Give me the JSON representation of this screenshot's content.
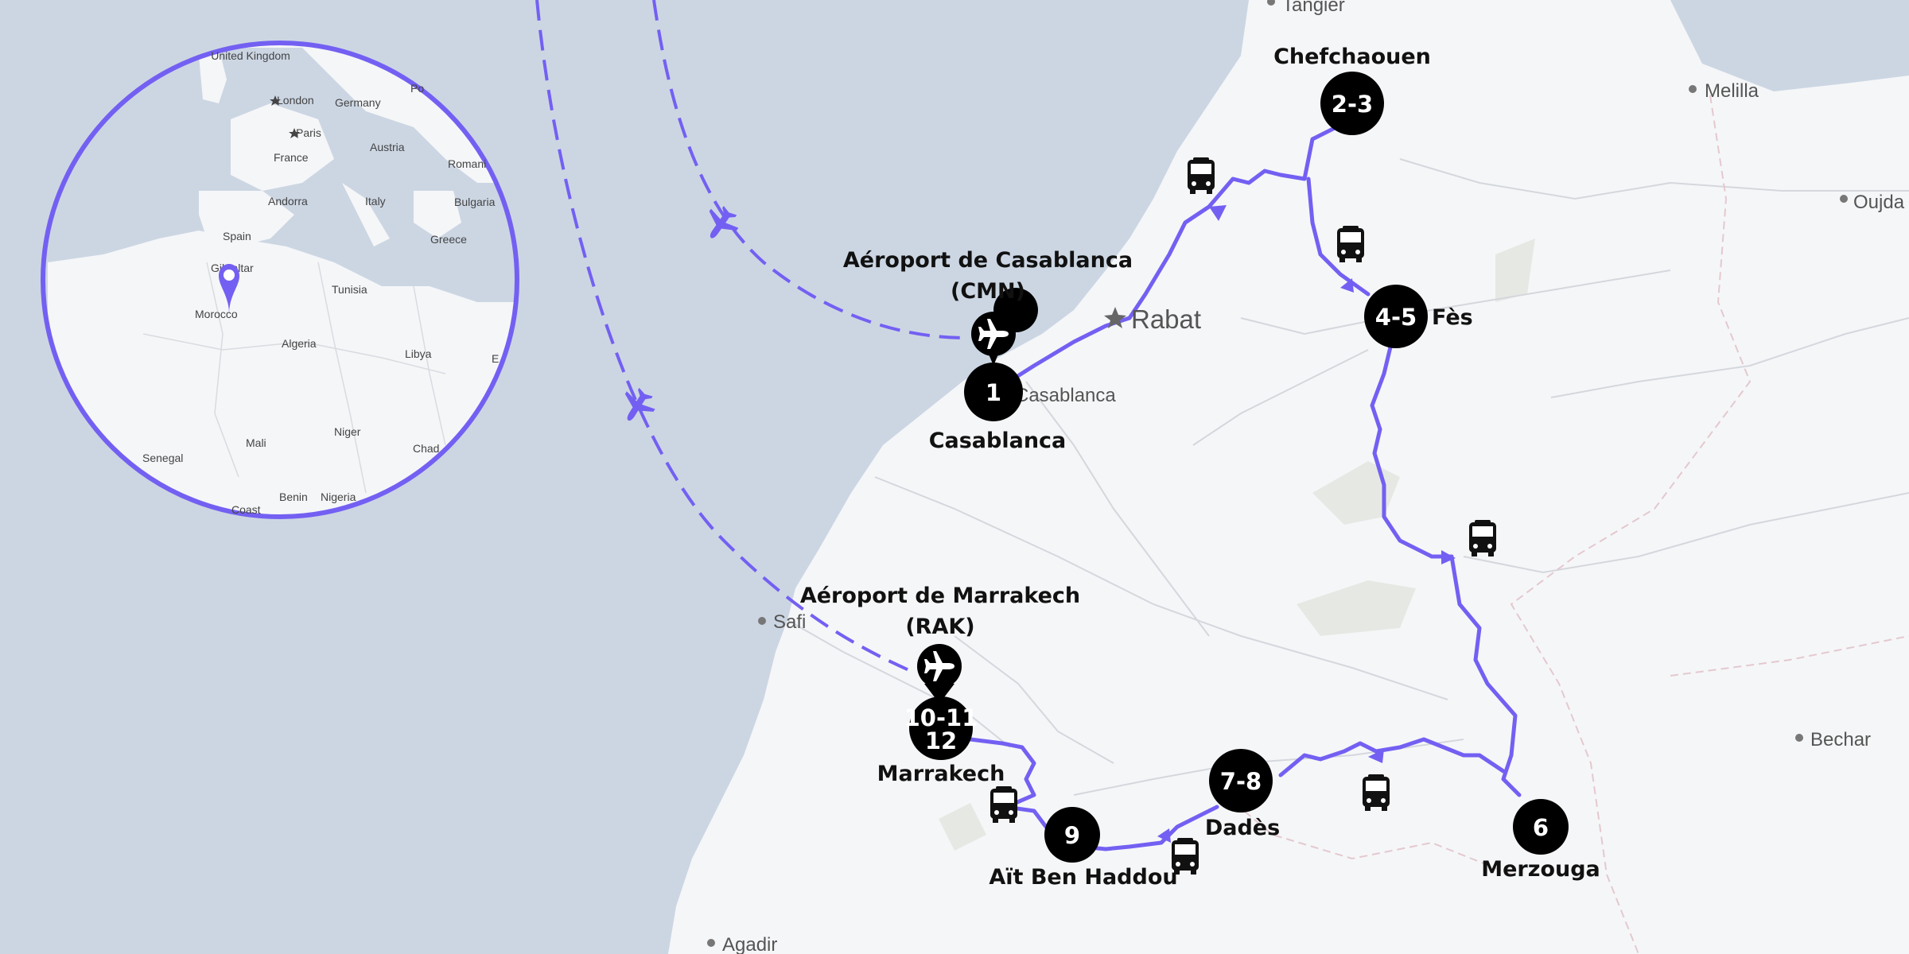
{
  "map": {
    "accent_color": "#7360f2",
    "sea_color": "#ccd6e3",
    "land_color": "#f5f6f8",
    "marker_color": "#000000",
    "stops": [
      {
        "number": "1",
        "name": "Casablanca"
      },
      {
        "number": "2-3",
        "name": "Chefchaouen"
      },
      {
        "number": "4-5",
        "name": "Fès"
      },
      {
        "number": "6",
        "name": "Merzouga"
      },
      {
        "number": "7-8",
        "name": "Dadès"
      },
      {
        "number": "9",
        "name": "Aït Ben Haddou"
      },
      {
        "number_line1": "10-11",
        "number_line2": "12",
        "name": "Marrakech"
      }
    ],
    "airports": [
      {
        "name_line1": "Aéroport de Casablanca",
        "name_line2": "(CMN)",
        "icon": "airplane-icon"
      },
      {
        "name_line1": "Aéroport de Marrakech",
        "name_line2": "(RAK)",
        "icon": "airplane-icon"
      }
    ],
    "cities": {
      "tangier": "Tangier",
      "rabat": "Rabat",
      "casablanca": "Casablanca",
      "safi": "Safi",
      "agadir": "Agadir",
      "melilla": "Melilla",
      "oujda": "Oujda",
      "bechar": "Bechar"
    },
    "transport_icon": "bus-icon",
    "inset": {
      "labels": {
        "uk": "United Kingdom",
        "london": "London",
        "germany": "Germany",
        "paris": "Paris",
        "austria": "Austria",
        "france": "France",
        "romania": "Romani",
        "andorra": "Andorra",
        "italy": "Italy",
        "bulgaria": "Bulgaria",
        "spain": "Spain",
        "greece": "Greece",
        "gibraltar": "Gibraltar",
        "tunisia": "Tunisia",
        "morocco": "Morocco",
        "algeria": "Algeria",
        "libya": "Libya",
        "mali": "Mali",
        "niger": "Niger",
        "senegal": "Senegal",
        "chad": "Chad",
        "benin": "Benin",
        "nigeria": "Nigeria",
        "coast": "Coast",
        "pol": "Po",
        "eg": "E"
      }
    }
  }
}
